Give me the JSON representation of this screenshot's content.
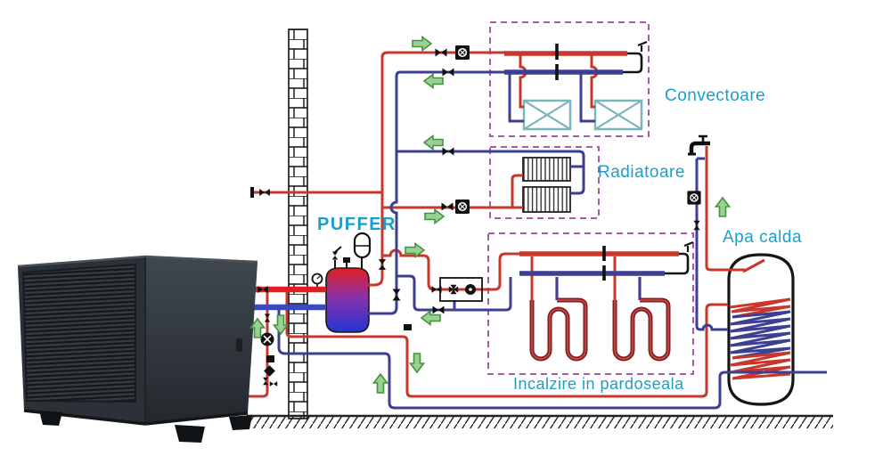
{
  "diagram": {
    "labels": {
      "puffer": "PUFFER",
      "convectoare": "Convectoare",
      "radiatoare": "Radiatoare",
      "apa_calda": "Apa calda",
      "incalzire": "Incalzire in pardoseala"
    },
    "colors": {
      "supply_red": "#c8372c",
      "supply_red_thick": "#e01f1f",
      "return_blue": "#3c3f92",
      "return_blue_thick": "#3949c0",
      "label_cyan": "#18a0cc",
      "arrow_green_fill": "#98d193",
      "arrow_green_stroke": "#44933f",
      "zone_box_purple": "#a85aad",
      "convector_teal": "#79b7bc",
      "floor_coil_maroon": "#801f1f",
      "puffer_top_red": "#e02020",
      "puffer_bottom_blue": "#2335d4"
    }
  }
}
